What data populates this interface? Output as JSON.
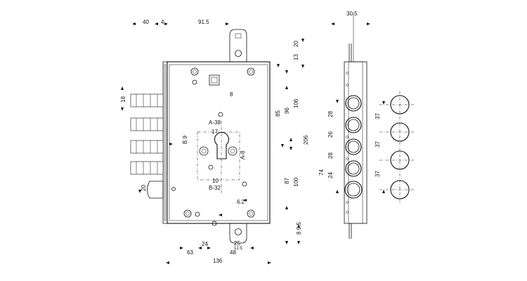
{
  "labels": {
    "dim_40": "40",
    "dim_4": "4",
    "dim_91_5": "91.5",
    "dim_13": "13",
    "dim_20_top": "20",
    "dim_8": "8",
    "dim_18": "18",
    "dim_85": "85",
    "dim_96": "96",
    "dim_106": "106",
    "dim_206": "206",
    "dim_87": "87",
    "dim_100": "100",
    "dim_A38": "A-38",
    "dim_17_top": "17",
    "dim_B9": "B 9",
    "dim_A8": "A-8",
    "dim_10": "10",
    "dim_B32": "B-32",
    "dim_20_left": "20",
    "dim_6_2": "6.2",
    "dim_8_9_5": "8 9.5",
    "dim_24": "24",
    "dim_25": "25",
    "dim_12_5": "12.5",
    "dim_63": "63",
    "dim_48": "48",
    "dim_136": "136",
    "side_30_5": "30.5",
    "side_28a": "28",
    "side_26": "26",
    "side_28b": "28",
    "side_24": "24",
    "side_74": "74",
    "end_37a": "37",
    "end_37b": "37",
    "end_37c": "37"
  }
}
